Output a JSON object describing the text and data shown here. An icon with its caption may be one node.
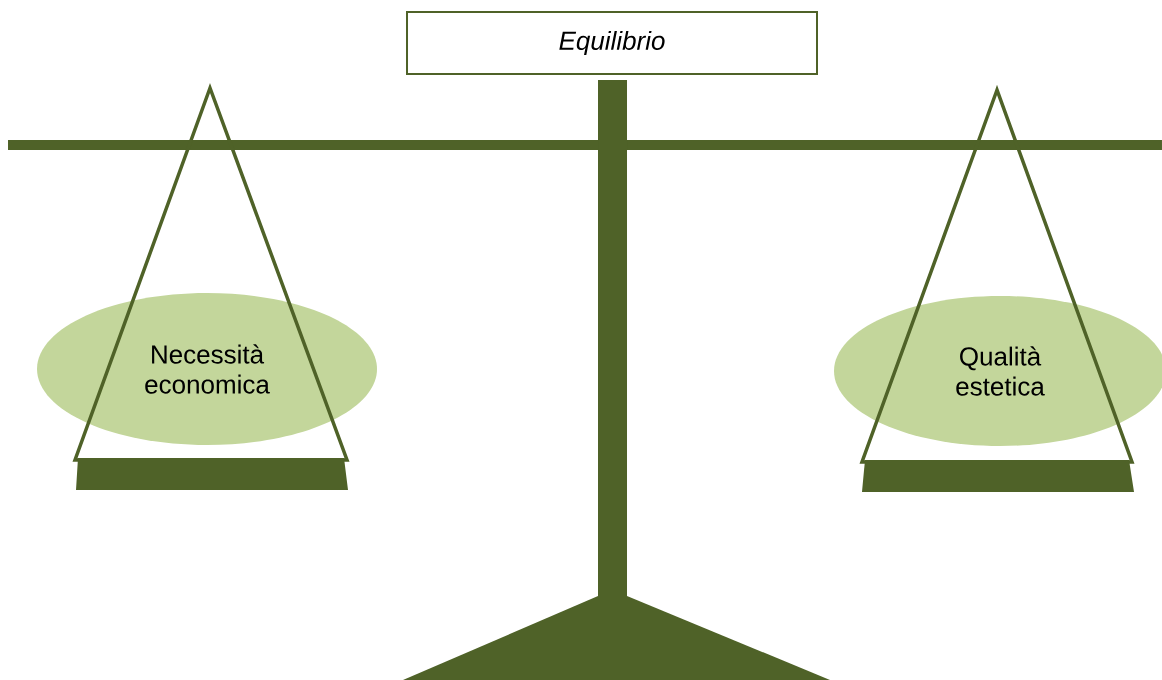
{
  "diagram": {
    "nodes": [
      {
        "text": [
          "Equilibrio"
        ]
      },
      {
        "text": [
          "Necessità economica"
        ]
      },
      {
        "text": [
          "Qualità estetica"
        ]
      }
    ]
  }
}
